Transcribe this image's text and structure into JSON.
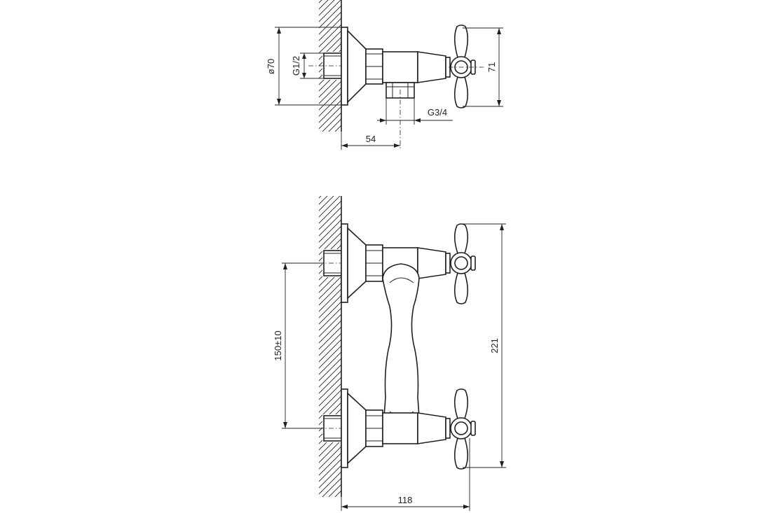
{
  "top_view": {
    "diameter_label": "ø70",
    "thread_inlet_label": "G1/2",
    "height_label": "71",
    "thread_outlet_label": "G3/4",
    "depth_label": "54"
  },
  "front_view": {
    "spacing_label": "150±10",
    "height_label": "221",
    "width_label": "118"
  }
}
